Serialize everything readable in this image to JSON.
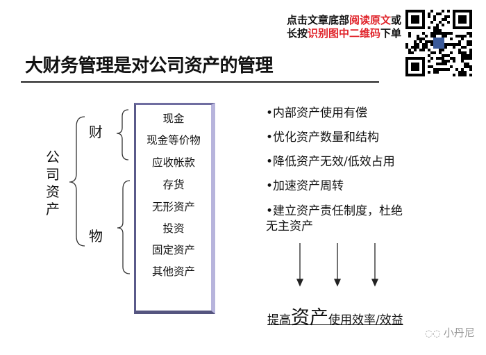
{
  "promo": {
    "line1_a": "点击文章底部",
    "line1_b": "阅读原文",
    "line1_c": "或",
    "line2_a": "长按",
    "line2_b": "识别图中二维码",
    "line2_c": "下单"
  },
  "title": "大财务管理是对公司资产的管理",
  "root_label": [
    "公",
    "司",
    "资",
    "产"
  ],
  "categories": {
    "finance": "财",
    "goods": "物"
  },
  "items": [
    "现金",
    "现金等价物",
    "应收帐款",
    "存货",
    "无形资产",
    "投资",
    "固定资产",
    "其他资产"
  ],
  "bullets": [
    "•内部资产使用有偿",
    "•优化资产数量和结构",
    "•降低资产无效/低效占用",
    "•加速资产周转",
    "•建立资产责任制度，杜绝",
    "无主资产"
  ],
  "goal": {
    "pre": "提高",
    "big": "资产",
    "post": "使用效率/效益"
  },
  "watermark": "小丹尼",
  "colors": {
    "accent_red": "#e0242b",
    "box_border": "#b7b4dc"
  }
}
